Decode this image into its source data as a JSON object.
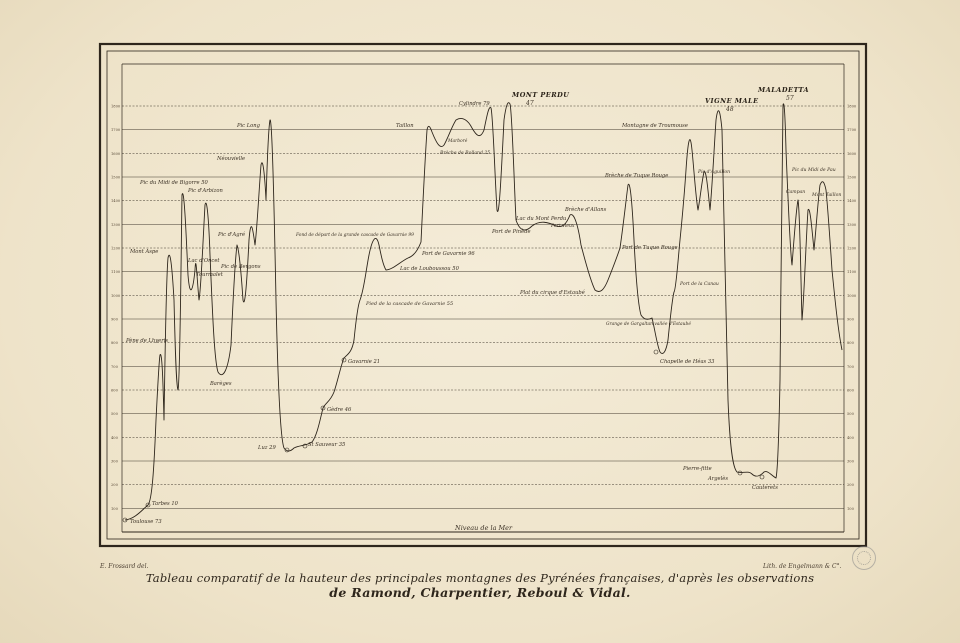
{
  "title": {
    "line1": "Tableau comparatif de la hauteur des principales montagnes des Pyrénées françaises, d'après les observations",
    "line2": "de Ramond, Charpentier, Reboul & Vidal."
  },
  "credits": {
    "left": "E. Frossard del.",
    "right": "Lith. de Engelmann & C°."
  },
  "baseline_label": "Niveau de la Mer",
  "peaks": {
    "mont_perdu": "MONT PERDU",
    "mont_perdu_num": "47",
    "vigne_male": "VIGNE MALE",
    "vigne_male_num": "48",
    "maladetta": "MALADETTA",
    "maladetta_num": "57"
  },
  "labels": [
    "Toulouse 73",
    "Tarbes 10",
    "Pène de Lhyeris",
    "Mont Aspe",
    "Pic du Midi de Bigorre 50",
    "Pic d'Arbizon",
    "Lac d'Oncet",
    "Tourmalet",
    "Pic de Bergons",
    "Barèges",
    "Pic d'Agré",
    "Néouvielle",
    "Pic Long",
    "Luz 29",
    "St Sauveur 35",
    "Gèdre 46",
    "Gavarnie 21",
    "Pied de la cascade de Gavarnie 55",
    "Fond de départ de la grande cascade de Gavarnie 99",
    "Lac de Louboussou 50",
    "Port de Gavarnie 96",
    "Taillon",
    "Marboré",
    "Brèche de Rolland 25",
    "Cylindre 79",
    "Lac du Mont Perdu",
    "Port de Pinède",
    "Port vieux",
    "Brèche d'Allans",
    "Plat du cirque d'Estaubé",
    "Brèche de Tuque Rouge",
    "Port de Tuque Rouge",
    "Grange de Gargaltan vallée d'Estaubé",
    "Montagne de Troumouse",
    "Chapelle de Héas 33",
    "Pic d'Aguillon",
    "Port de la Canau",
    "Pierre-fitte",
    "Argelès",
    "Cauterets",
    "Pic du Midi de Pau",
    "Campan",
    "Mont Taillon"
  ],
  "axis_ticks": [
    "100",
    "200",
    "300",
    "400",
    "500",
    "600",
    "700",
    "800",
    "900",
    "1000",
    "1100",
    "1200",
    "1300",
    "1400",
    "1500",
    "1600",
    "1700",
    "1800"
  ]
}
